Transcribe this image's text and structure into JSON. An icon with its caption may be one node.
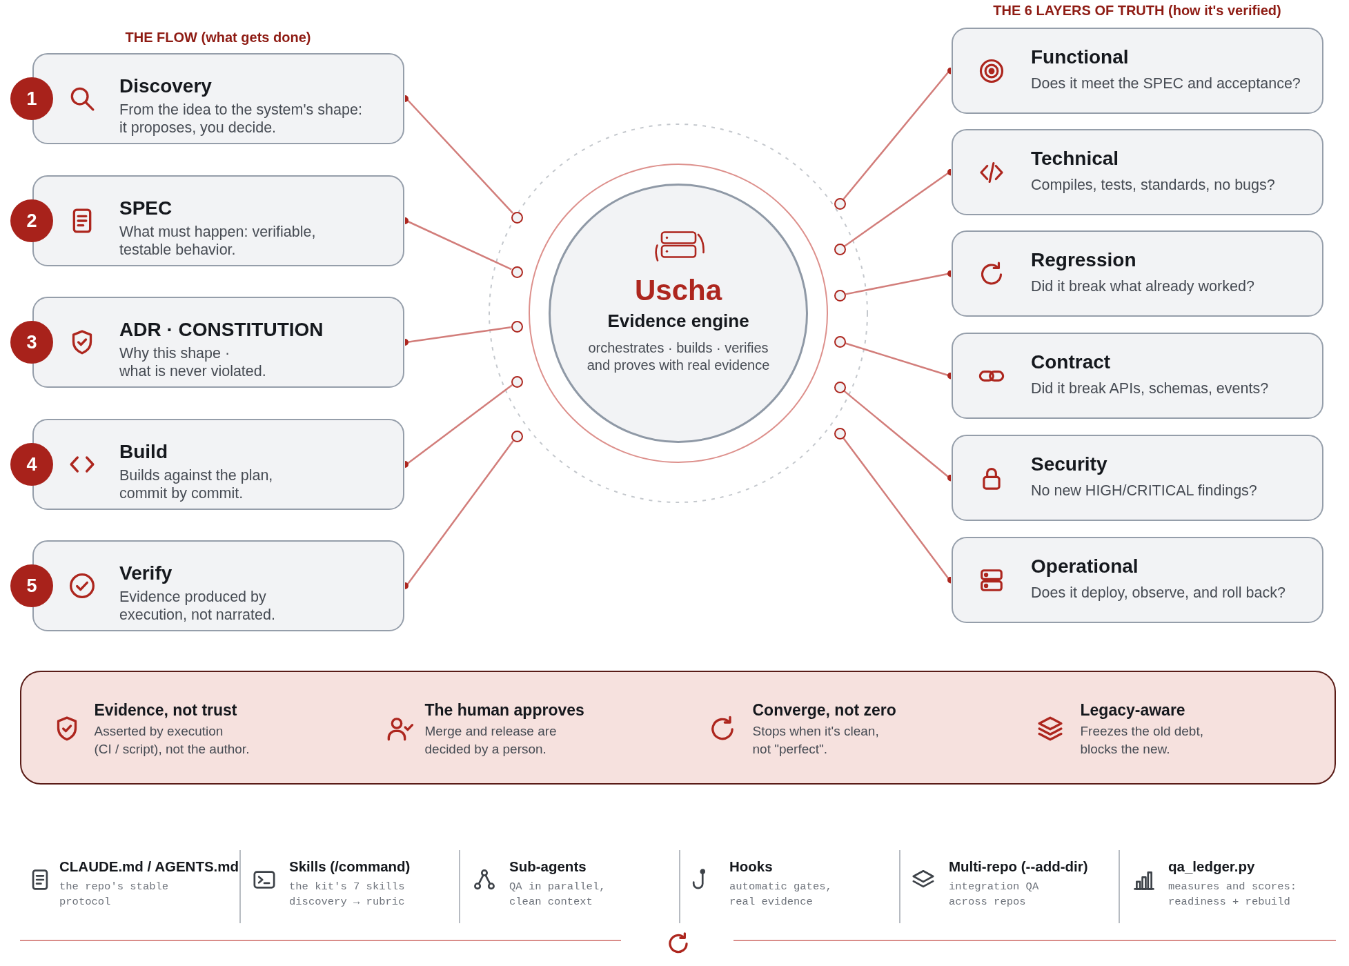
{
  "diagram": {
    "nodes": [
      {
        "text": [
          "1"
        ]
      },
      {
        "text": [
          "Discovery",
          "From the idea to the system's shape: it proposes, you decide."
        ]
      },
      {
        "text": [
          "2"
        ]
      },
      {
        "text": [
          "SPEC",
          "What must happen: verifiable, testable behavior."
        ]
      },
      {
        "text": [
          "3"
        ]
      },
      {
        "text": [
          "ADR · CONSTITUTION",
          "Why this shape · what is never violated."
        ]
      },
      {
        "text": [
          "4"
        ]
      },
      {
        "text": [
          "Build",
          "Builds against the plan, commit by commit."
        ]
      },
      {
        "text": [
          "5"
        ]
      },
      {
        "text": [
          "Verify",
          "Evidence produced by execution, not narrated."
        ]
      },
      {
        "text": [
          "Uscha",
          "Evidence engine",
          "orchestrates · builds · verifies and proves with real evidence"
        ]
      },
      {
        "text": [],
        "shape": "circle"
      },
      {
        "text": [],
        "shape": "circle"
      },
      {
        "text": [],
        "shape": "circle"
      },
      {
        "text": [],
        "shape": "circle"
      },
      {
        "text": [],
        "shape": "circle"
      },
      {
        "text": [],
        "shape": "circle"
      },
      {
        "text": [],
        "shape": "circle"
      },
      {
        "text": [],
        "shape": "circle"
      },
      {
        "text": [],
        "shape": "circle"
      },
      {
        "text": [],
        "shape": "circle"
      },
      {
        "text": [],
        "shape": "circle"
      },
      {
        "text": [
          "Functional",
          "Does it meet the SPEC and acceptance?"
        ]
      },
      {
        "text": [
          "Technical",
          "Compiles, tests, standards, no bugs?"
        ]
      },
      {
        "text": [
          "Regression",
          "Did it break what already worked?"
        ]
      },
      {
        "text": [
          "Contract",
          "Did it break APIs, schemas, events?"
        ]
      },
      {
        "text": [
          "Security",
          "No new HIGH/CRITICAL findings?"
        ]
      },
      {
        "text": [
          "Operational",
          "Does it deploy, observe, and roll back?"
        ]
      },
      {
        "text": [
          "Evidence, not trust",
          "Asserted by execution (CI / script), not the author.",
          "The human approves",
          "Merge and release are decided by a person.",
          "Converge, not zero",
          "Stops when it's clean, not \"perfect\".",
          "Legacy-aware",
          "Freezes the old debt, blocks the new."
        ]
      }
    ],
    "edges": [
      {
        "from": 1,
        "to": 11,
        "arrow": "other"
      },
      {
        "from": 3,
        "to": 12,
        "arrow": "other"
      },
      {
        "from": 5,
        "to": 13,
        "arrow": "other"
      },
      {
        "from": 7,
        "to": 14,
        "arrow": "other"
      },
      {
        "from": 9,
        "to": 15,
        "arrow": "other"
      },
      {
        "from": 22,
        "to": 16,
        "arrow": "other"
      },
      {
        "from": 23,
        "to": 17,
        "arrow": "other"
      },
      {
        "from": 24,
        "to": 18,
        "arrow": "other"
      },
      {
        "from": 25,
        "to": 19,
        "arrow": "other"
      },
      {
        "from": 26,
        "to": 20,
        "arrow": "other"
      },
      {
        "from": 27,
        "to": 21,
        "arrow": "other"
      }
    ],
    "labels": [
      "THE FLOW (what gets done)",
      "THE 6 LAYERS OF TRUTH (how it's verified)",
      "CLAUDE.md / AGENTS.md",
      "the repo's stable protocol",
      "Skills (/command)",
      "the kit's 7 skills discovery → rubric",
      "Sub-agents",
      "QA in parallel, clean context",
      "Hooks",
      "automatic gates, real evidence",
      "Multi-repo (--add-dir)",
      "integration QA across repos",
      "qa_ledger.py",
      "measures and scores: readiness + rebuild"
    ]
  }
}
